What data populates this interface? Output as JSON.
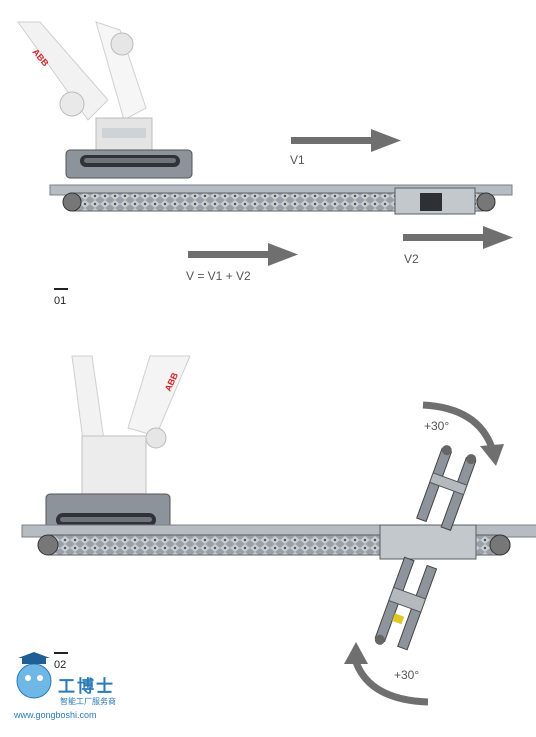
{
  "figure1": {
    "number": "01",
    "labels": {
      "v1": "V1",
      "v2": "V2",
      "v": "V = V1 + V2"
    },
    "robot_brand": "ABB"
  },
  "figure2": {
    "number": "02",
    "angle_top": "+30°",
    "angle_bottom": "+30°",
    "robot_brand": "ABB"
  },
  "watermark": {
    "title": "工博士",
    "subtitle": "智能工厂服务商",
    "url": "www.gongboshi.com"
  },
  "colors": {
    "arrow": "#6f6f6f",
    "track": "#b7bcc2",
    "track_dark": "#3a3d42",
    "robot_white": "#f1f1f1",
    "brand_red": "#d2262c",
    "watermark_blue": "#2a7ab8"
  }
}
